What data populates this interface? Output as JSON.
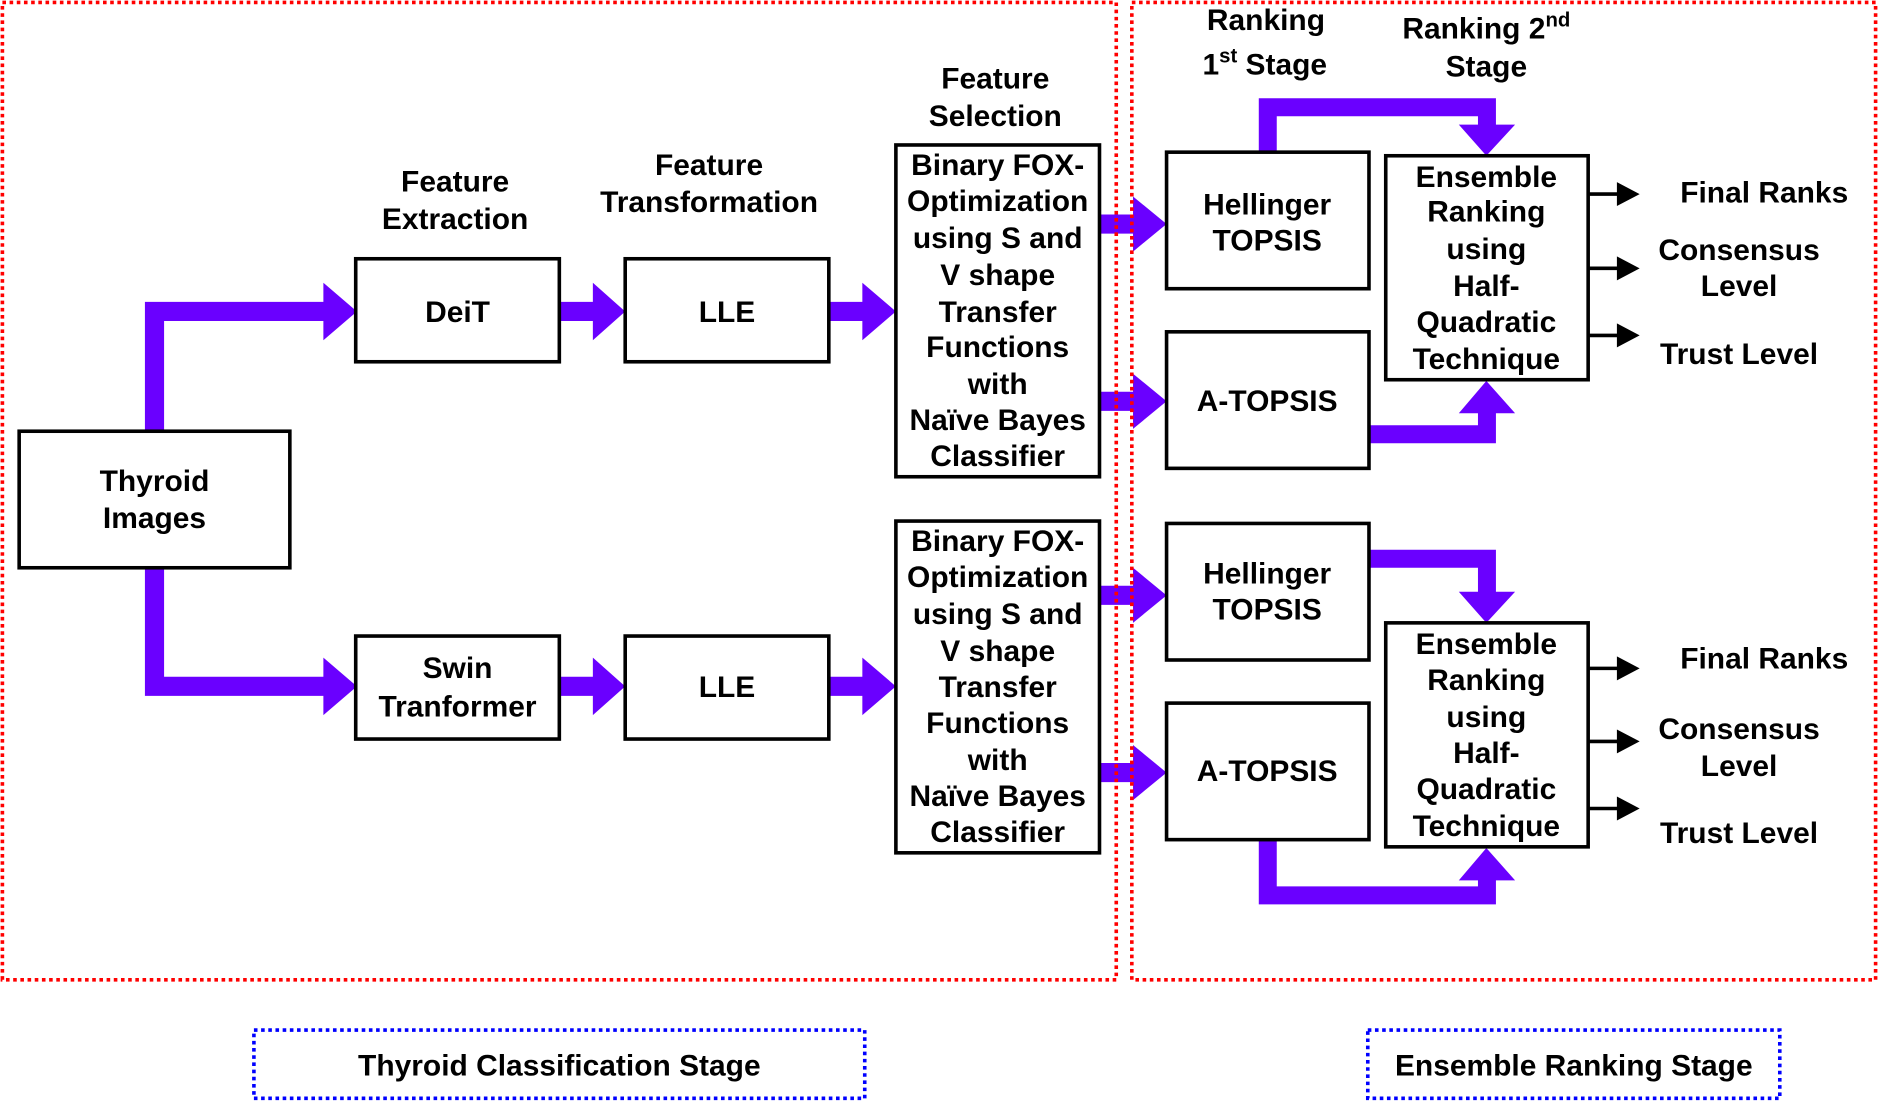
{
  "headers": {
    "feature_extraction": {
      "line1": "Feature",
      "line2": "Extraction"
    },
    "feature_transformation": {
      "line1": "Feature",
      "line2": "Transformation"
    },
    "feature_selection": {
      "line1": "Feature",
      "line2": "Selection"
    },
    "ranking_first_stage": {
      "line1": "Ranking",
      "line2_number": "1",
      "line2_superscript": "st",
      "line2_rest": " Stage"
    },
    "ranking_second_stage": {
      "line1_text": "Ranking 2",
      "line1_superscript": "nd",
      "line2": "Stage"
    }
  },
  "inputs": {
    "thyroid_images": [
      "Thyroid",
      "Images"
    ]
  },
  "branches": [
    {
      "extractor": [
        "DeiT"
      ],
      "transformer": [
        "LLE"
      ],
      "selector": [
        "Binary FOX-",
        "Optimization",
        "using S and",
        "V shape",
        "Transfer",
        "Functions",
        "with",
        "Naïve Bayes",
        "Classifier"
      ],
      "ranking_methods": [
        [
          "Hellinger",
          "TOPSIS"
        ],
        [
          "A-TOPSIS"
        ]
      ],
      "ensemble": [
        "Ensemble",
        "Ranking",
        "using",
        "Half-",
        "Quadratic",
        "Technique"
      ],
      "outputs": {
        "final_ranks": "Final Ranks",
        "consensus": [
          "Consensus",
          "Level"
        ],
        "trust": "Trust Level"
      }
    },
    {
      "extractor": [
        "Swin",
        "Tranformer"
      ],
      "transformer": [
        "LLE"
      ],
      "selector": [
        "Binary FOX-",
        "Optimization",
        "using S and",
        "V shape",
        "Transfer",
        "Functions",
        "with",
        "Naïve Bayes",
        "Classifier"
      ],
      "ranking_methods": [
        [
          "Hellinger",
          "TOPSIS"
        ],
        [
          "A-TOPSIS"
        ]
      ],
      "ensemble": [
        "Ensemble",
        "Ranking",
        "using",
        "Half-",
        "Quadratic",
        "Technique"
      ],
      "outputs": {
        "final_ranks": "Final Ranks",
        "consensus": [
          "Consensus",
          "Level"
        ],
        "trust": "Trust Level"
      }
    }
  ],
  "stages": {
    "classification": "Thyroid Classification Stage",
    "ranking": "Ensemble Ranking Stage"
  },
  "colors": {
    "flow_arrow": "#6a00ff",
    "output_arrow": "#000000",
    "stage_region_border": "#ff0000",
    "stage_label_border": "#0000ff"
  }
}
